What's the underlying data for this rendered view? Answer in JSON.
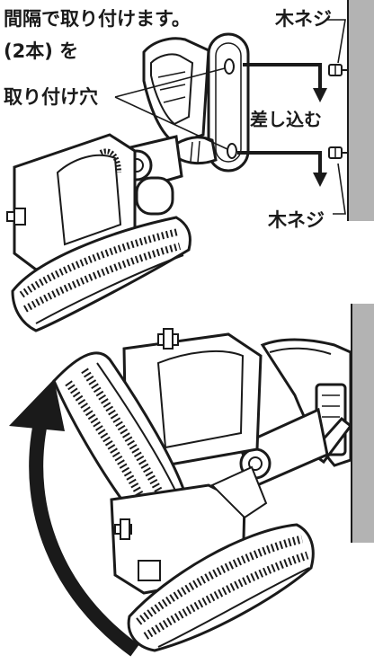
{
  "labels": {
    "heading_line1": "間隔で取り付けます。",
    "heading_line2": "(2本) を",
    "mounting_holes": "取り付け穴",
    "insert": "差し込む",
    "wood_screw_top": "木ネジ",
    "wood_screw_bottom": "木ネジ"
  },
  "colors": {
    "wall": "#b3b3b3",
    "ink": "#1a1a1a",
    "paper": "#ffffff",
    "shade": "#d6d6d6"
  },
  "icons": {
    "rotation": "curved-rotation-arrow",
    "insert_arrows": "bent-arrow"
  }
}
